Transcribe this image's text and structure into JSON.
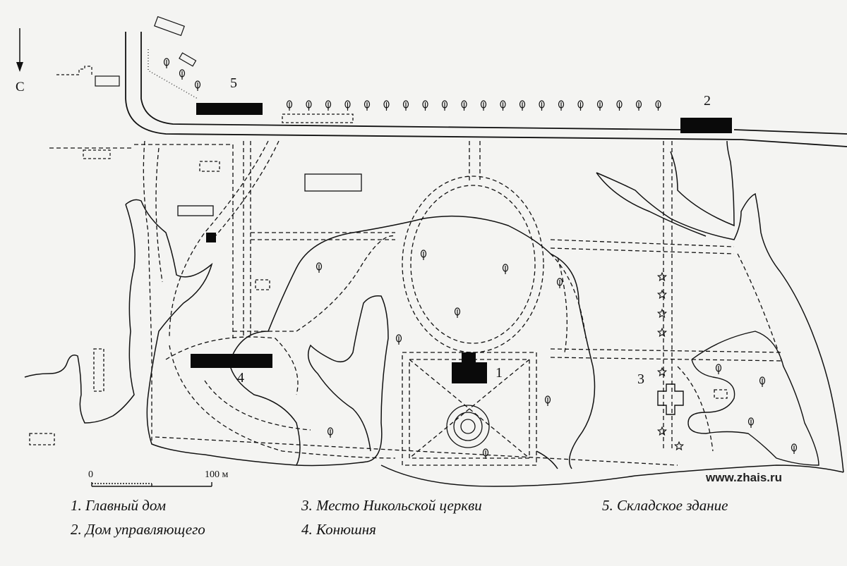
{
  "map": {
    "north_label": "С",
    "scale": {
      "zero_label": "0",
      "end_label": "100 м"
    },
    "markers": [
      "1",
      "2",
      "3",
      "4",
      "5"
    ],
    "watermark": "www.zhais.ru"
  },
  "legend": {
    "col1": [
      "1. Главный дом",
      "2. Дом управляющего"
    ],
    "col2": [
      "3. Место Никольской церкви",
      "4. Конюшня"
    ],
    "col3": [
      "5. Складское здание"
    ]
  },
  "colors": {
    "ink": "#111111",
    "paper": "#f4f4f2",
    "fill": "#0a0a0a"
  }
}
